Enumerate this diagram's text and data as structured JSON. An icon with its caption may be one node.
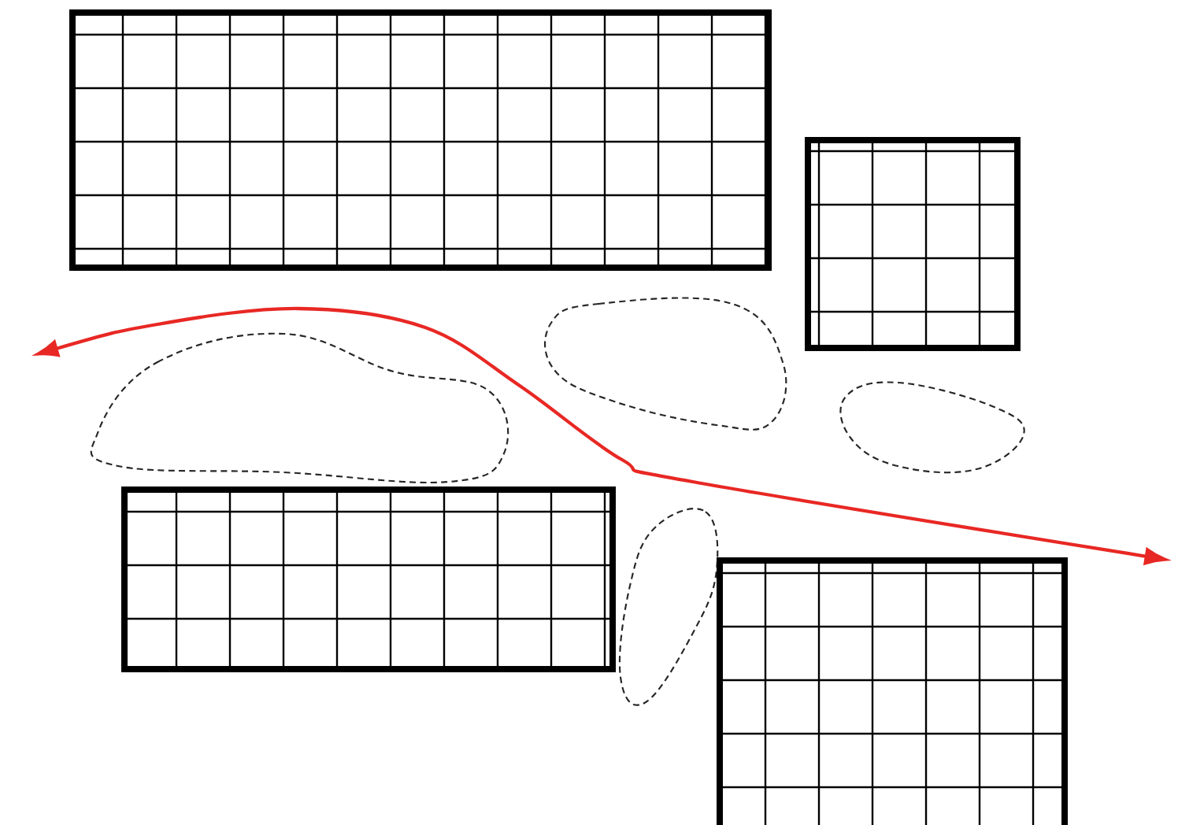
{
  "diagram": {
    "nodes": [
      {
        "text": [],
        "shape": "grid"
      },
      {
        "text": [],
        "shape": "grid"
      },
      {
        "text": [],
        "shape": "blob"
      },
      {
        "text": [],
        "shape": "blob"
      },
      {
        "text": [],
        "shape": "blob"
      },
      {
        "text": [],
        "shape": "grid"
      },
      {
        "text": [],
        "shape": "blob"
      },
      {
        "text": [],
        "shape": "grid"
      }
    ]
  }
}
